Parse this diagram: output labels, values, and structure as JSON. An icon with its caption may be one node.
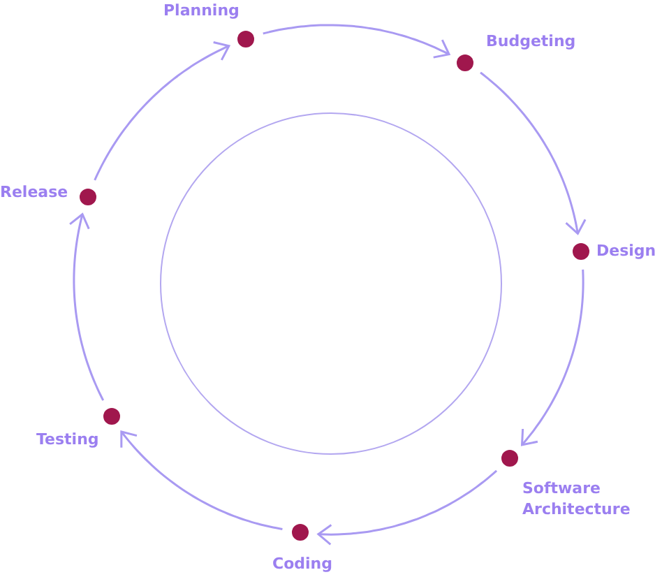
{
  "diagram": {
    "nodes": [
      {
        "text": [],
        "shape": "circle",
        "beside": [
          "Planning"
        ]
      },
      {
        "text": [],
        "shape": "circle",
        "beside": [
          "Budgeting"
        ]
      },
      {
        "text": [],
        "shape": "circle",
        "beside": [
          "Design"
        ]
      },
      {
        "text": [],
        "shape": "circle",
        "beside": [
          "Software Architecture"
        ]
      },
      {
        "text": [],
        "shape": "circle",
        "beside": [
          "Coding"
        ]
      },
      {
        "text": [],
        "shape": "circle",
        "beside": [
          "Testing"
        ]
      },
      {
        "text": [],
        "shape": "circle",
        "beside": [
          "Release"
        ]
      }
    ],
    "edges": [
      {
        "from": 0,
        "to": 1,
        "arrow": "to"
      },
      {
        "from": 1,
        "to": 2,
        "arrow": "to"
      },
      {
        "from": 2,
        "to": 3,
        "arrow": "to"
      },
      {
        "from": 3,
        "to": 4,
        "arrow": "to"
      },
      {
        "from": 4,
        "to": 5,
        "arrow": "to"
      },
      {
        "from": 5,
        "to": 6,
        "arrow": "to"
      },
      {
        "from": 6,
        "to": 0,
        "arrow": "to"
      }
    ]
  }
}
